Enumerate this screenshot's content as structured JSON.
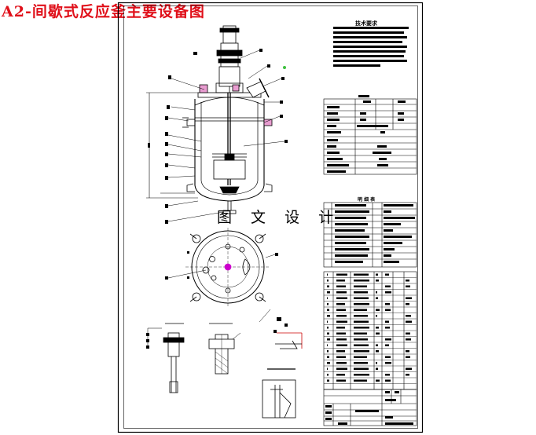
{
  "page": {
    "title": "A2-间歇式反应釜主要设备图",
    "watermark": "图 文 设 计"
  },
  "drawing": {
    "tech_req_title": "技术要求",
    "parts_list_title": "明 细 表",
    "line_color": "#000000",
    "title_color": "#e0101a",
    "accent_magenta": "#cc00cc",
    "accent_red": "#cc0000"
  }
}
